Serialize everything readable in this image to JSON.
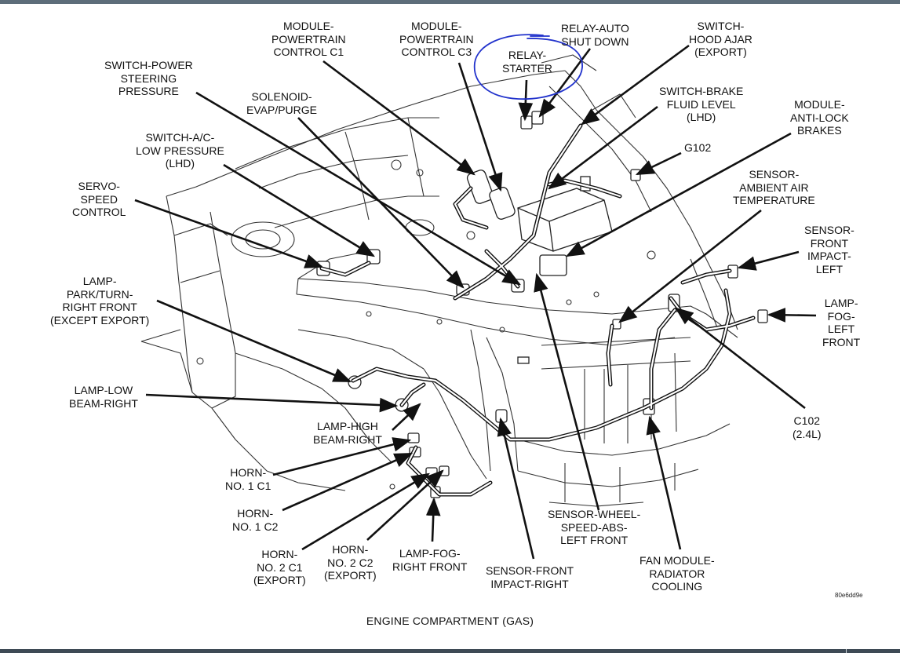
{
  "labels": {
    "module_pcm_c1": "MODULE-\nPOWERTRAIN\nCONTROL C1",
    "module_pcm_c3": "MODULE-\nPOWERTRAIN\nCONTROL C3",
    "relay_asd": "RELAY-AUTO\nSHUT DOWN",
    "relay_starter": "RELAY-\nSTARTER",
    "switch_hood_ajar": "SWITCH-\nHOOD AJAR\n(EXPORT)",
    "switch_power_steering": "SWITCH-POWER\nSTEERING\nPRESSURE",
    "solenoid_evap": "SOLENOID-\nEVAP/PURGE",
    "switch_brake_fluid": "SWITCH-BRAKE\nFLUID LEVEL\n(LHD)",
    "module_abs": "MODULE-\nANTI-LOCK\nBRAKES",
    "switch_ac_low": "SWITCH-A/C-\nLOW PRESSURE\n(LHD)",
    "g102": "G102",
    "sensor_ambient": "SENSOR-\nAMBIENT AIR\nTEMPERATURE",
    "servo_speed": "SERVO-\nSPEED\nCONTROL",
    "sensor_front_impact_left": "SENSOR-\nFRONT\nIMPACT-\nLEFT",
    "lamp_park_turn_right": "LAMP-\nPARK/TURN-\nRIGHT FRONT\n(EXCEPT EXPORT)",
    "lamp_fog_left": "LAMP-\nFOG-\nLEFT\nFRONT",
    "lamp_low_beam_right": "LAMP-LOW\nBEAM-RIGHT",
    "c102": "C102\n(2.4L)",
    "lamp_high_beam_right": "LAMP-HIGH\nBEAM-RIGHT",
    "horn_1_c1": "HORN-\nNO. 1 C1",
    "horn_1_c2": "HORN-\nNO. 1 C2",
    "sensor_wheel_speed": "SENSOR-WHEEL-\nSPEED-ABS-\nLEFT FRONT",
    "horn_2_c1": "HORN-\nNO. 2 C1\n(EXPORT)",
    "horn_2_c2": "HORN-\nNO. 2 C2\n(EXPORT)",
    "lamp_fog_right": "LAMP-FOG-\nRIGHT FRONT",
    "sensor_front_impact_right": "SENSOR-FRONT\nIMPACT-RIGHT",
    "fan_module": "FAN MODULE-\nRADIATOR\nCOOLING"
  },
  "figure_code": "80e6dd9e",
  "caption": "ENGINE COMPARTMENT (GAS)",
  "colors": {
    "annotation": "#2233cc",
    "line": "#111111",
    "frame_top": "#5d6d7a",
    "frame_bottom": "#3e4a55"
  }
}
